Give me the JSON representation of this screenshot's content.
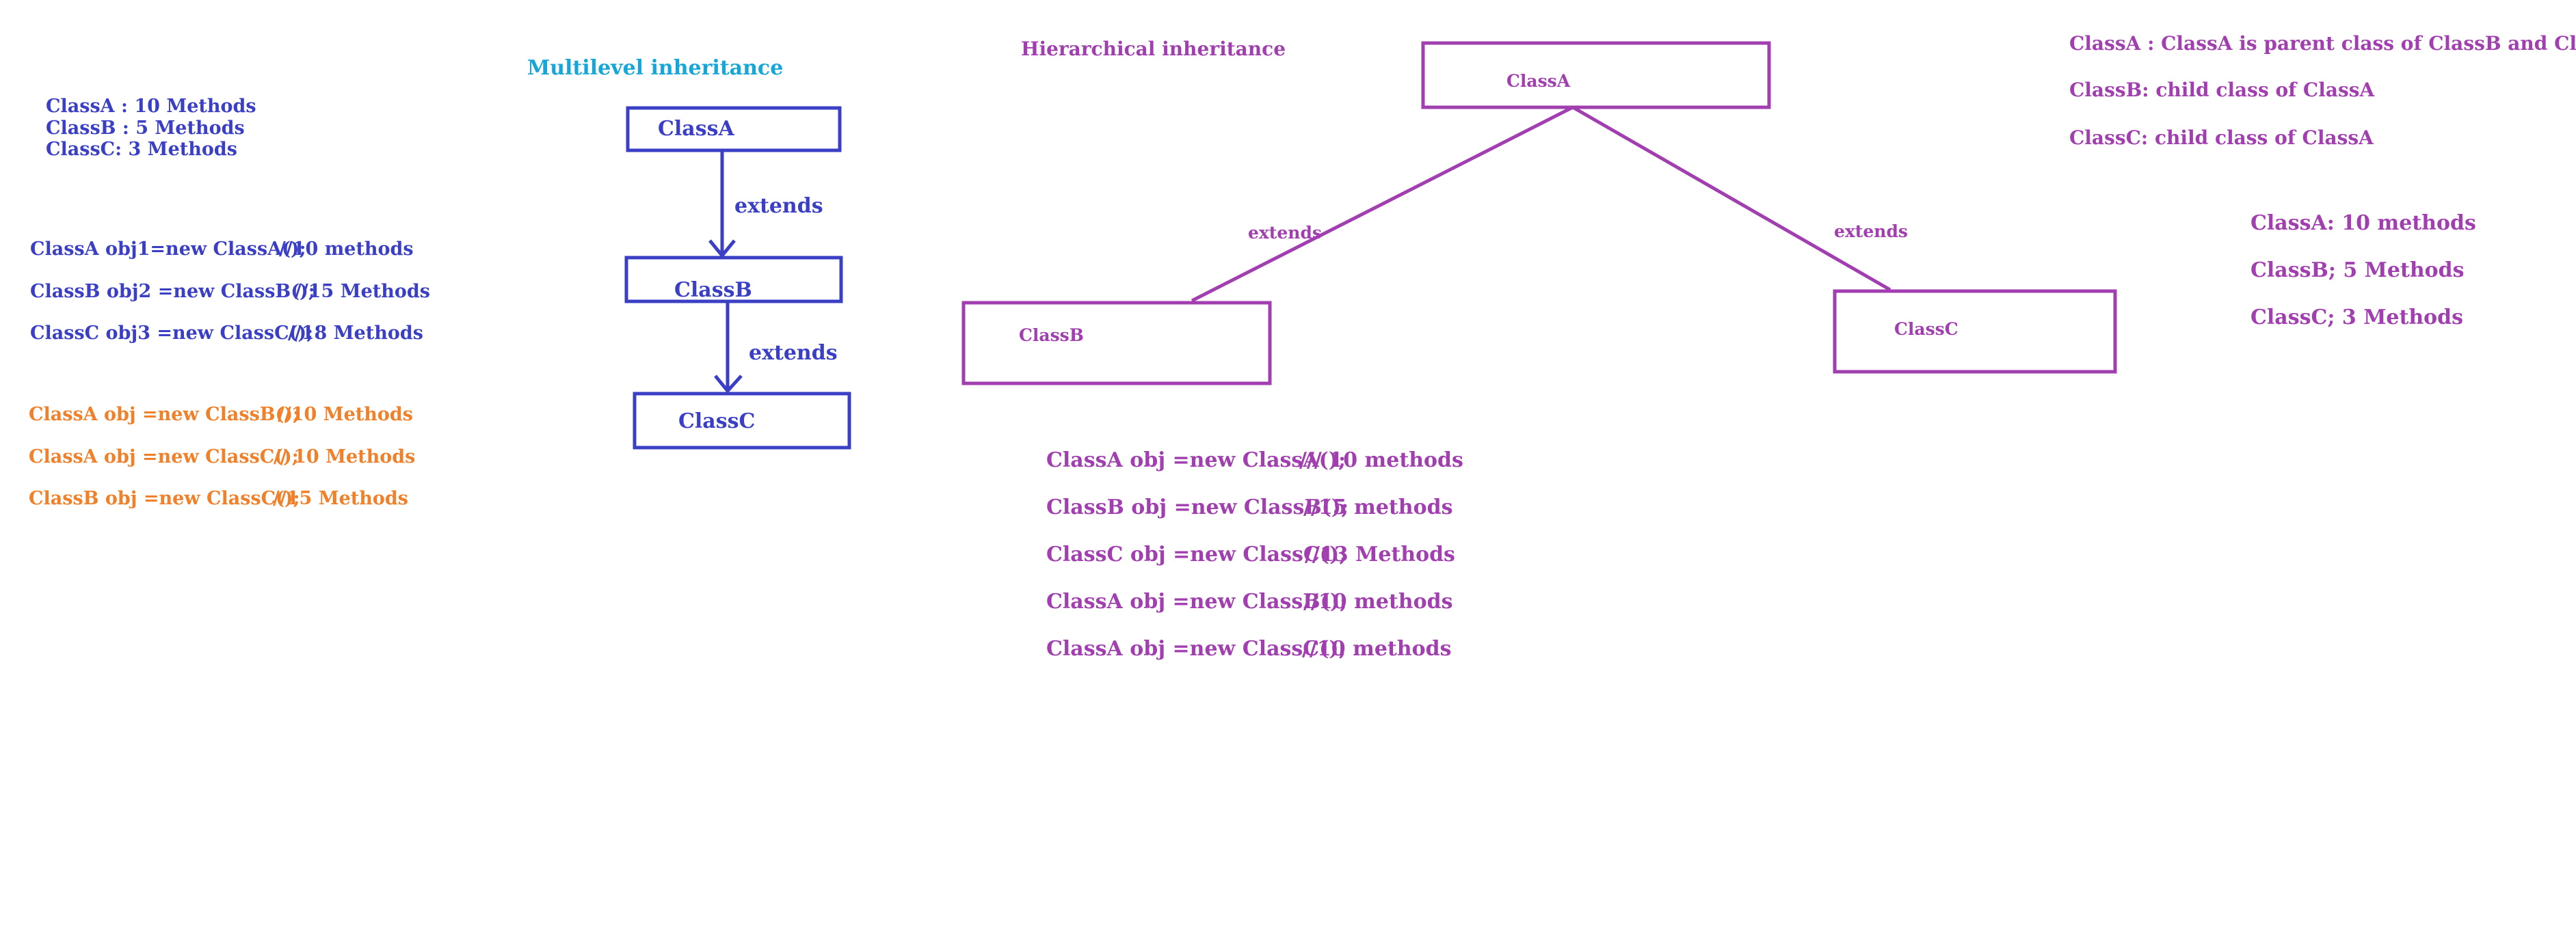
{
  "colors": {
    "blue": "#3a3fc6",
    "cyan": "#17a6d8",
    "orange": "#f0812a",
    "purple": "#a23fb0"
  },
  "left": {
    "summary": [
      "ClassA : 10 Methods",
      "ClassB : 5 Methods",
      "ClassC: 3 Methods"
    ],
    "blue_code": [
      {
        "code": "ClassA obj1=new ClassA();",
        "comment": "//10 methods"
      },
      {
        "code": "ClassB obj2 =new ClassB();",
        "comment": "//15 Methods"
      },
      {
        "code": "ClassC obj3 =new ClassC();",
        "comment": "//18 Methods"
      }
    ],
    "orange_code": [
      {
        "code": "ClassA obj =new ClassB();",
        "comment": "//10 Methods"
      },
      {
        "code": "ClassA obj =new ClassC();",
        "comment": "// 10 Methods"
      },
      {
        "code": "ClassB obj =new ClassC();",
        "comment": "//15 Methods"
      }
    ]
  },
  "multilevel": {
    "title": "Multilevel inheritance",
    "box_a": "ClassA",
    "box_b": "ClassB",
    "box_c": "ClassC",
    "arrow1": "extends",
    "arrow2": "extends"
  },
  "hierarchical": {
    "title": "Hierarchical inheritance",
    "box_a": "ClassA",
    "box_b": "ClassB",
    "box_c": "ClassC",
    "edge_left": "extends",
    "edge_right": "extends",
    "code": [
      {
        "code": "ClassA obj =new ClassA();",
        "comment": "/// 10 methods"
      },
      {
        "code": "ClassB obj =new ClassB();",
        "comment": "//15 methods"
      },
      {
        "code": "ClassC obj =new ClassC();",
        "comment": "//13 Methods"
      },
      {
        "code": "ClassA obj =new ClassB();",
        "comment": "//10 methods"
      },
      {
        "code": "ClassA obj =new ClassC();",
        "comment": "//10 methods"
      }
    ]
  },
  "right": {
    "notes": [
      "ClassA : ClassA is parent class of ClassB and ClassC",
      "ClassB: child class of ClassA",
      "ClassC: child class of ClassA"
    ],
    "counts": [
      "ClassA: 10 methods",
      "ClassB; 5 Methods",
      "ClassC; 3 Methods"
    ]
  }
}
